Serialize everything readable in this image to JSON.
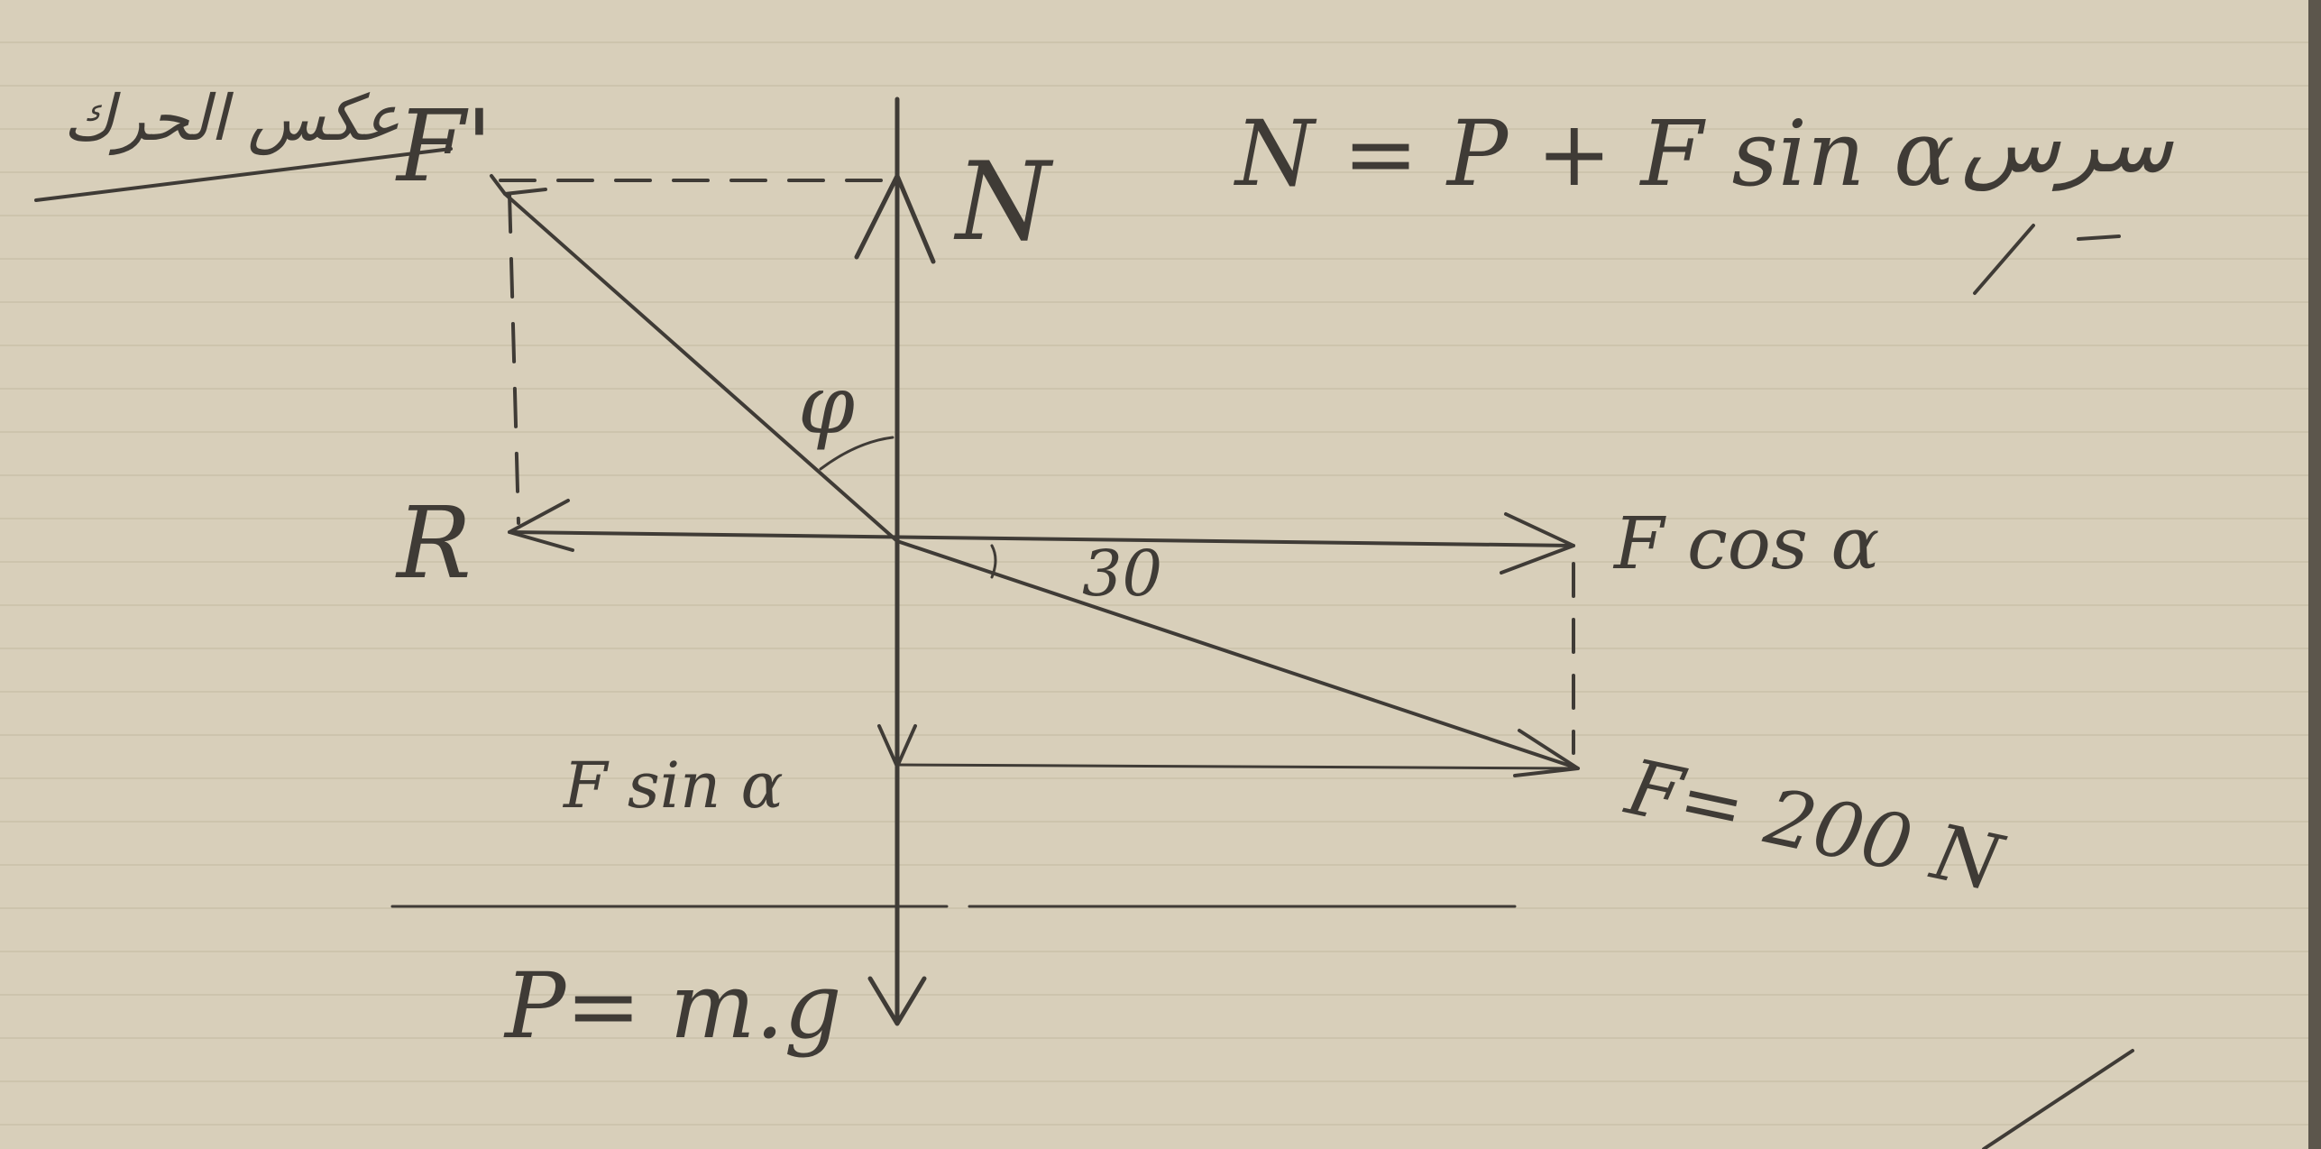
{
  "diagram": {
    "formula": "N = P + F sin α",
    "marginal_note": "سرس",
    "marginal_mark": "/ —",
    "vectors": {
      "f_prime": "F'",
      "f_prime_note": "عكس الحرك",
      "n": "N",
      "r": "R",
      "f_cos": "F cos α",
      "f_sin": "F sin α",
      "f": "F= 200 N",
      "p": "P= m.g"
    },
    "angles": {
      "phi": "φ",
      "alpha": "30"
    }
  },
  "colors": {
    "paper": "#d8cfba",
    "ink": "#3f3b36"
  }
}
